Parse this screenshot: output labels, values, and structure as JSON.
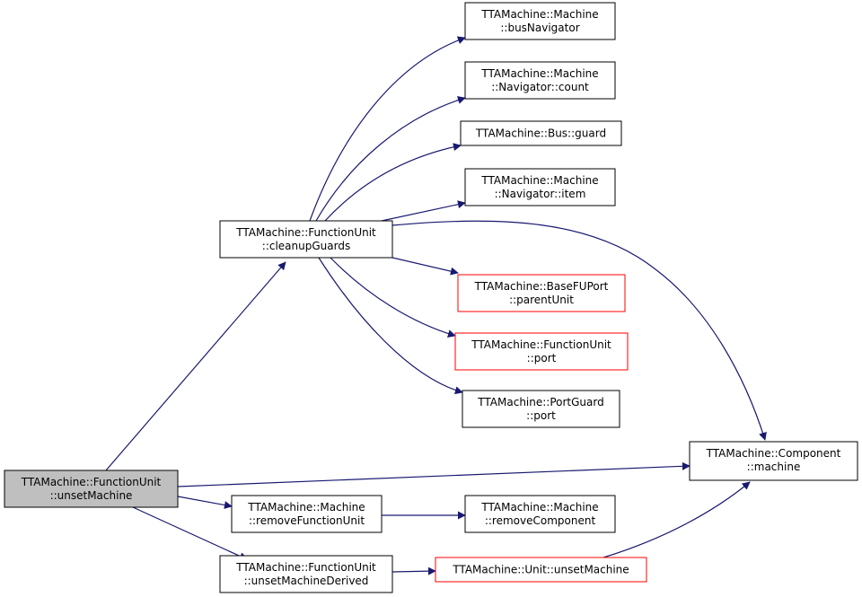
{
  "graph": {
    "edge_color": "#191970",
    "node_border_normal": "#000000",
    "node_border_truncated": "#ff0000",
    "focus_fill": "#bfbfbf",
    "nodes": [
      {
        "id": "unsetMachine",
        "line1": "TTAMachine::FunctionUnit",
        "line2": "::unsetMachine",
        "style": "focus"
      },
      {
        "id": "cleanupGuards",
        "line1": "TTAMachine::FunctionUnit",
        "line2": "::cleanupGuards",
        "style": "normal"
      },
      {
        "id": "busNavigator",
        "line1": "TTAMachine::Machine",
        "line2": "::busNavigator",
        "style": "normal"
      },
      {
        "id": "navCount",
        "line1": "TTAMachine::Machine",
        "line2": "::Navigator::count",
        "style": "normal"
      },
      {
        "id": "busGuard",
        "line1": "TTAMachine::Bus::guard",
        "line2": "",
        "style": "normal"
      },
      {
        "id": "navItem",
        "line1": "TTAMachine::Machine",
        "line2": "::Navigator::item",
        "style": "normal"
      },
      {
        "id": "parentUnit",
        "line1": "TTAMachine::BaseFUPort",
        "line2": "::parentUnit",
        "style": "truncated"
      },
      {
        "id": "fuPort",
        "line1": "TTAMachine::FunctionUnit",
        "line2": "::port",
        "style": "truncated"
      },
      {
        "id": "pgPort",
        "line1": "TTAMachine::PortGuard",
        "line2": "::port",
        "style": "normal"
      },
      {
        "id": "compMachine",
        "line1": "TTAMachine::Component",
        "line2": "::machine",
        "style": "normal"
      },
      {
        "id": "removeFU",
        "line1": "TTAMachine::Machine",
        "line2": "::removeFunctionUnit",
        "style": "normal"
      },
      {
        "id": "removeComp",
        "line1": "TTAMachine::Machine",
        "line2": "::removeComponent",
        "style": "normal"
      },
      {
        "id": "unsetDerived",
        "line1": "TTAMachine::FunctionUnit",
        "line2": "::unsetMachineDerived",
        "style": "normal"
      },
      {
        "id": "unitUnset",
        "line1": "TTAMachine::Unit::unsetMachine",
        "line2": "",
        "style": "truncated"
      }
    ],
    "edges": [
      {
        "from": "unsetMachine",
        "to": "cleanupGuards"
      },
      {
        "from": "cleanupGuards",
        "to": "busNavigator"
      },
      {
        "from": "cleanupGuards",
        "to": "navCount"
      },
      {
        "from": "cleanupGuards",
        "to": "busGuard"
      },
      {
        "from": "cleanupGuards",
        "to": "navItem"
      },
      {
        "from": "cleanupGuards",
        "to": "compMachine"
      },
      {
        "from": "cleanupGuards",
        "to": "parentUnit"
      },
      {
        "from": "cleanupGuards",
        "to": "fuPort"
      },
      {
        "from": "cleanupGuards",
        "to": "pgPort"
      },
      {
        "from": "unsetMachine",
        "to": "compMachine"
      },
      {
        "from": "unsetMachine",
        "to": "removeFU"
      },
      {
        "from": "unsetMachine",
        "to": "unsetDerived"
      },
      {
        "from": "removeFU",
        "to": "removeComp"
      },
      {
        "from": "unsetDerived",
        "to": "unitUnset"
      },
      {
        "from": "unitUnset",
        "to": "compMachine"
      }
    ]
  }
}
